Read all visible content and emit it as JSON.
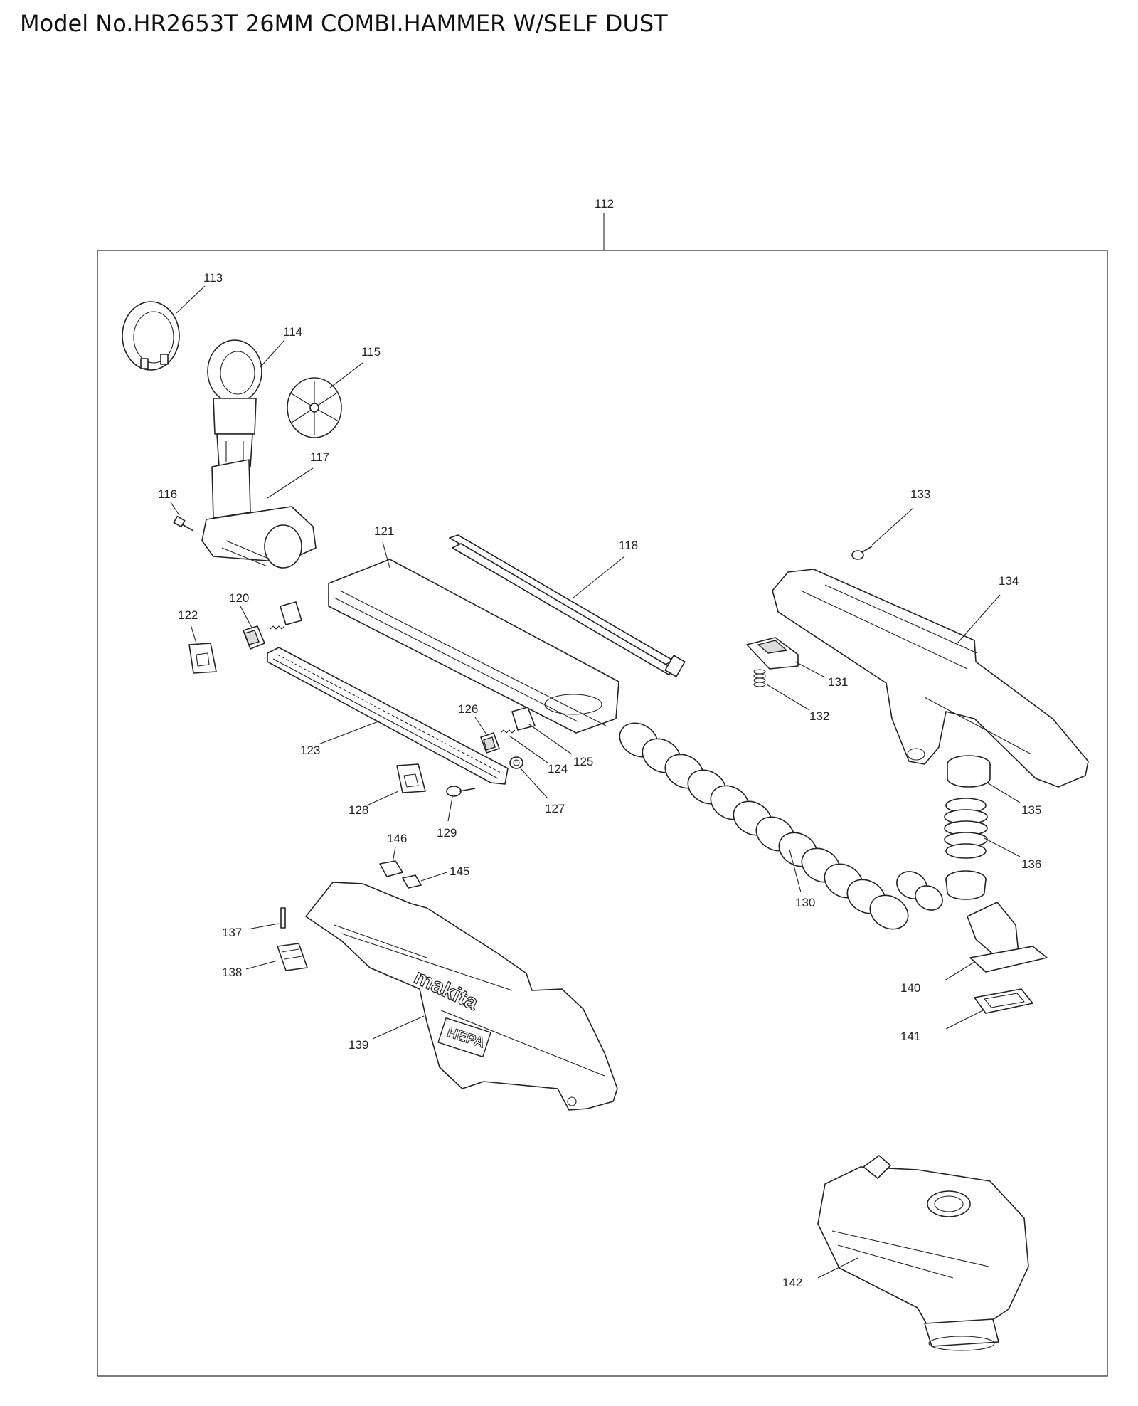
{
  "title": "Model No.HR2653T 26MM COMBI.HAMMER W/SELF DUST",
  "labels": {
    "p112": "112",
    "p113": "113",
    "p114": "114",
    "p115": "115",
    "p116": "116",
    "p117": "117",
    "p118": "118",
    "p120": "120",
    "p121": "121",
    "p122": "122",
    "p123": "123",
    "p124": "124",
    "p125": "125",
    "p126": "126",
    "p127": "127",
    "p128": "128",
    "p129": "129",
    "p130": "130",
    "p131": "131",
    "p132": "132",
    "p133": "133",
    "p134": "134",
    "p135": "135",
    "p136": "136",
    "p137": "137",
    "p138": "138",
    "p139": "139",
    "p140": "140",
    "p141": "141",
    "p142": "142",
    "p145": "145",
    "p146": "146"
  },
  "logos": {
    "brand": "makita",
    "filter": "HEPA"
  }
}
